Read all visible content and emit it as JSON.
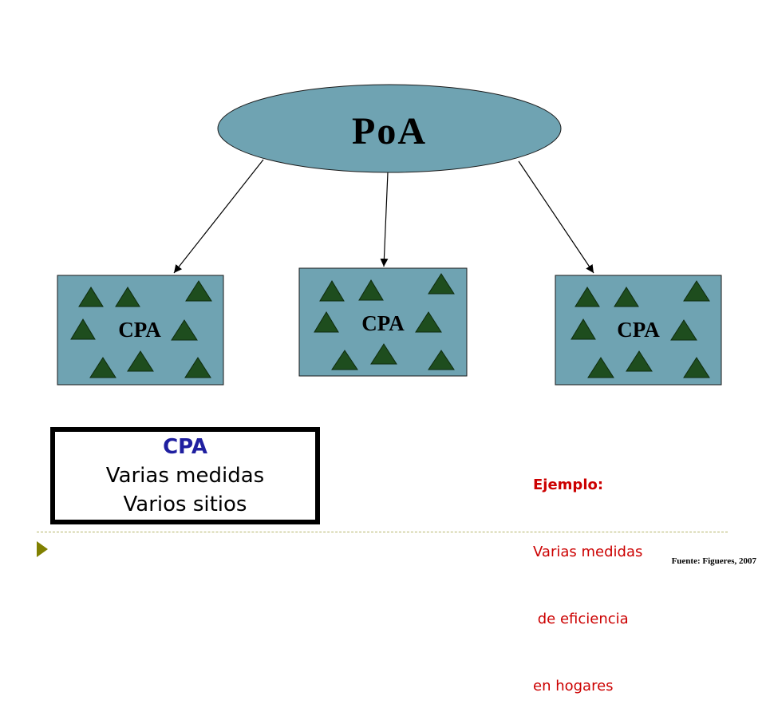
{
  "root": {
    "label": "PoA",
    "fill": "#6fa3b2"
  },
  "children": [
    {
      "label": "CPA"
    },
    {
      "label": "CPA"
    },
    {
      "label": "CPA"
    }
  ],
  "colors": {
    "box_fill": "#6fa3b2",
    "triangle": "#1e4d1e",
    "definition_title": "#1f1fa0",
    "example_text": "#cc0000",
    "bullet": "#808000"
  },
  "definition": {
    "title": "CPA",
    "line1": "Varias medidas",
    "line2": "Varios sitios"
  },
  "example": {
    "title": "Ejemplo:",
    "line1": "Varias medidas",
    "line2": " de eficiencia",
    "line3": "en hogares"
  },
  "source": "Fuente: Figueres, 2007",
  "icons": {
    "bullet": "triangle-bullet-icon",
    "program_marker": "triangle-icon"
  }
}
